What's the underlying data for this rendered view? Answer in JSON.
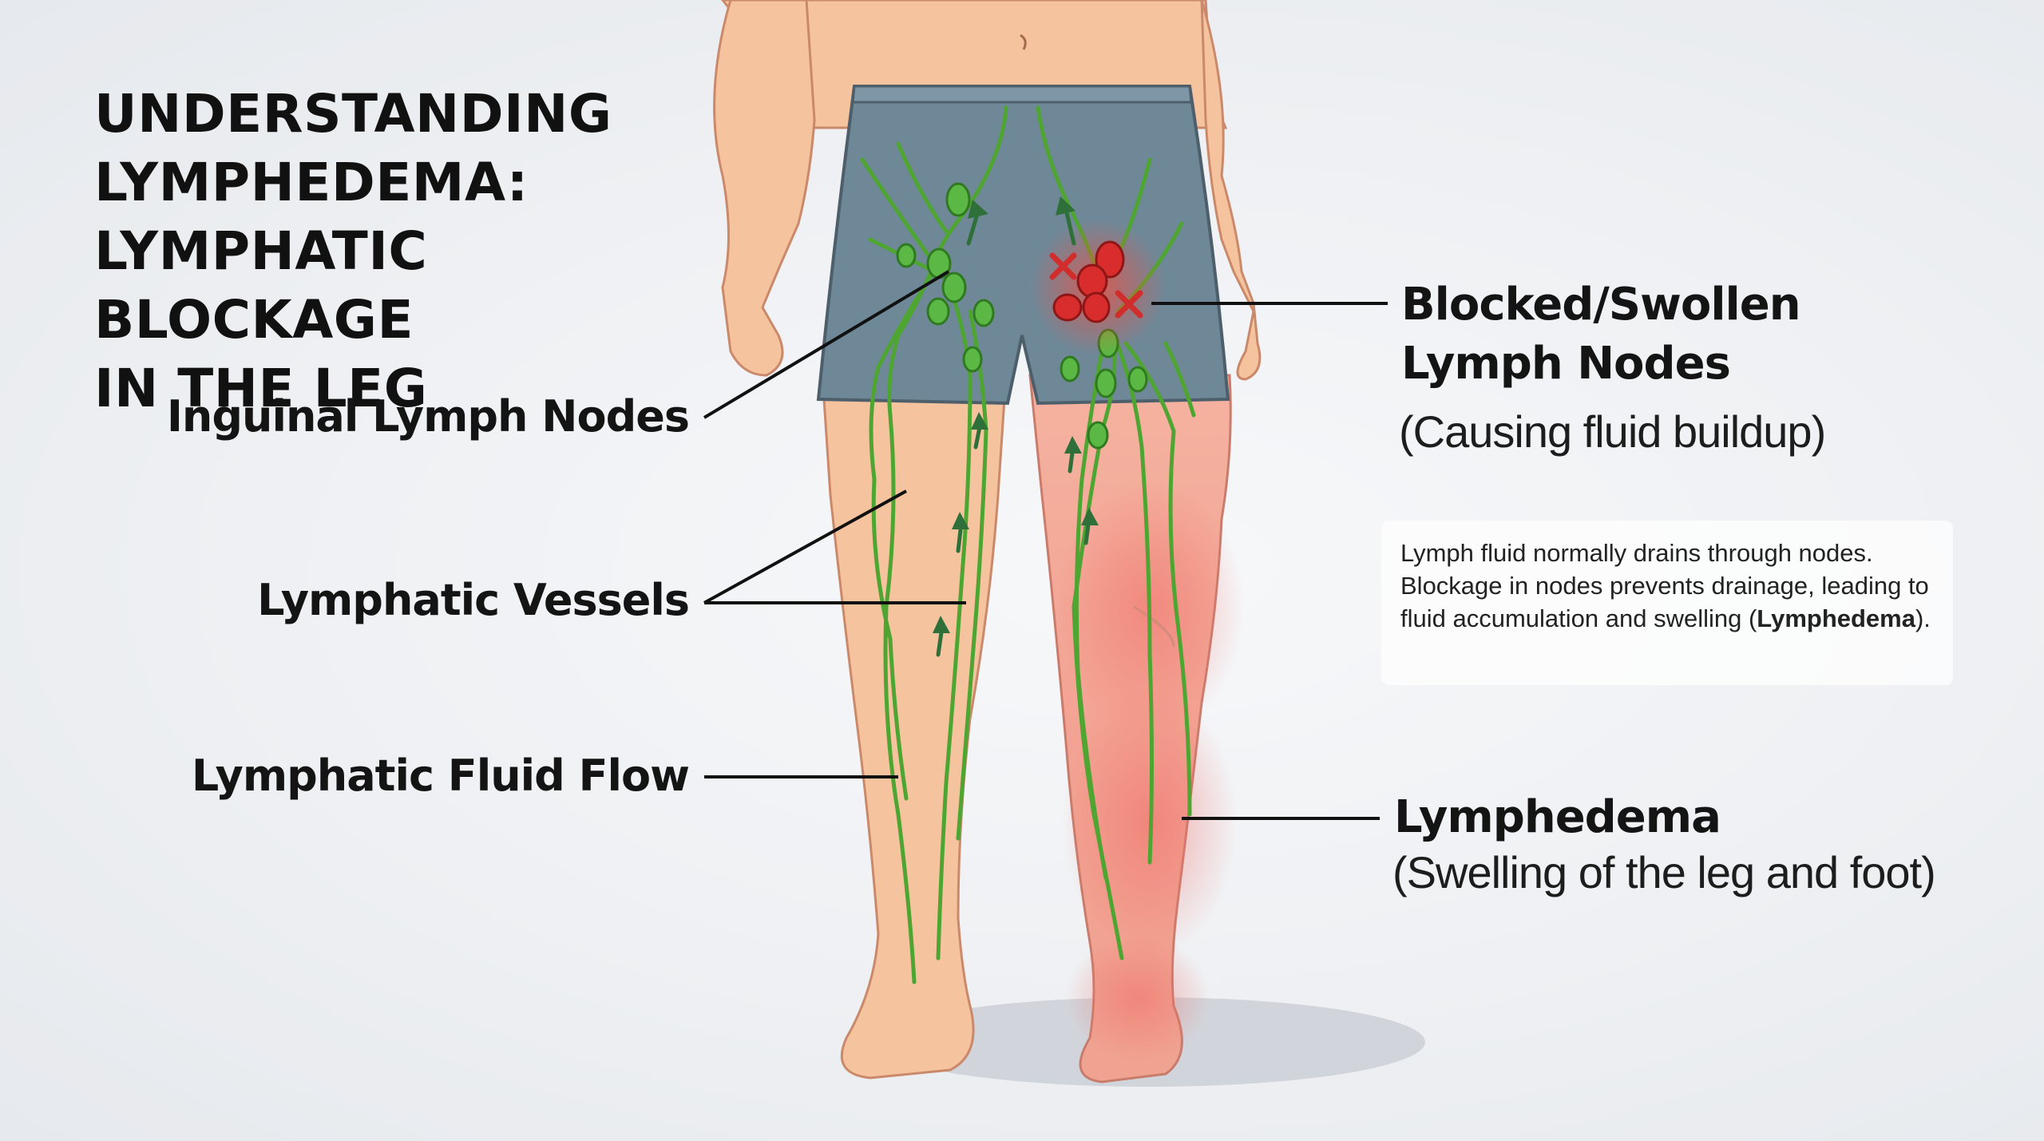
{
  "title": "UNDERSTANDING\nLYMPHEDEMA:\nLYMPHATIC BLOCKAGE\nIN THE LEG",
  "labels": {
    "inguinal": "Inguinal Lymph Nodes",
    "vessels": "Lymphatic Vessels",
    "fluid_flow": "Lymphatic Fluid Flow",
    "blocked_title_1": "Blocked/Swollen",
    "blocked_title_2": "Lymph Nodes",
    "blocked_sub": "(Causing fluid buildup)",
    "lymphedema_title": "Lymphedema",
    "lymphedema_sub": "(Swelling of the leg and foot)"
  },
  "info": {
    "text_before": "Lymph fluid normally drains through nodes. Blockage in nodes prevents drainage, leading to fluid accumulation and swelling (",
    "bold": "Lymphedema",
    "text_after": ")."
  },
  "colors": {
    "skin": "#f6c39f",
    "shorts": "#6f8898",
    "vessel": "#4ea532",
    "blocked_node": "#d92d2d",
    "swelling": "#f08a80"
  }
}
